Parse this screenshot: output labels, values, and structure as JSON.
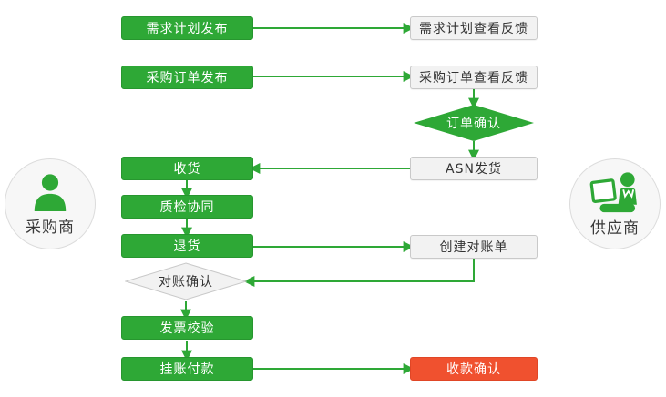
{
  "diagram": {
    "actors": {
      "buyer": {
        "label": "采购商"
      },
      "supplier": {
        "label": "供应商"
      }
    },
    "nodes": {
      "demand_plan_publish": {
        "label": "需求计划发布"
      },
      "demand_plan_feedback": {
        "label": "需求计划查看反馈"
      },
      "po_publish": {
        "label": "采购订单发布"
      },
      "po_feedback": {
        "label": "采购订单查看反馈"
      },
      "order_confirm": {
        "label": "订单确认"
      },
      "asn_ship": {
        "label": "ASN发货"
      },
      "receive": {
        "label": "收货"
      },
      "quality_check": {
        "label": "质检协同"
      },
      "return_goods": {
        "label": "退货"
      },
      "create_statement": {
        "label": "创建对账单"
      },
      "statement_confirm": {
        "label": "对账确认"
      },
      "invoice_verify": {
        "label": "发票校验"
      },
      "payment_on_account": {
        "label": "挂账付款"
      },
      "receipt_confirm": {
        "label": "收款确认"
      }
    },
    "colors": {
      "green": "#2EA836",
      "red": "#F0512F",
      "node_bg": "#F2F2F2",
      "node_border": "#C9C9C9",
      "text_dark": "#333333"
    }
  }
}
